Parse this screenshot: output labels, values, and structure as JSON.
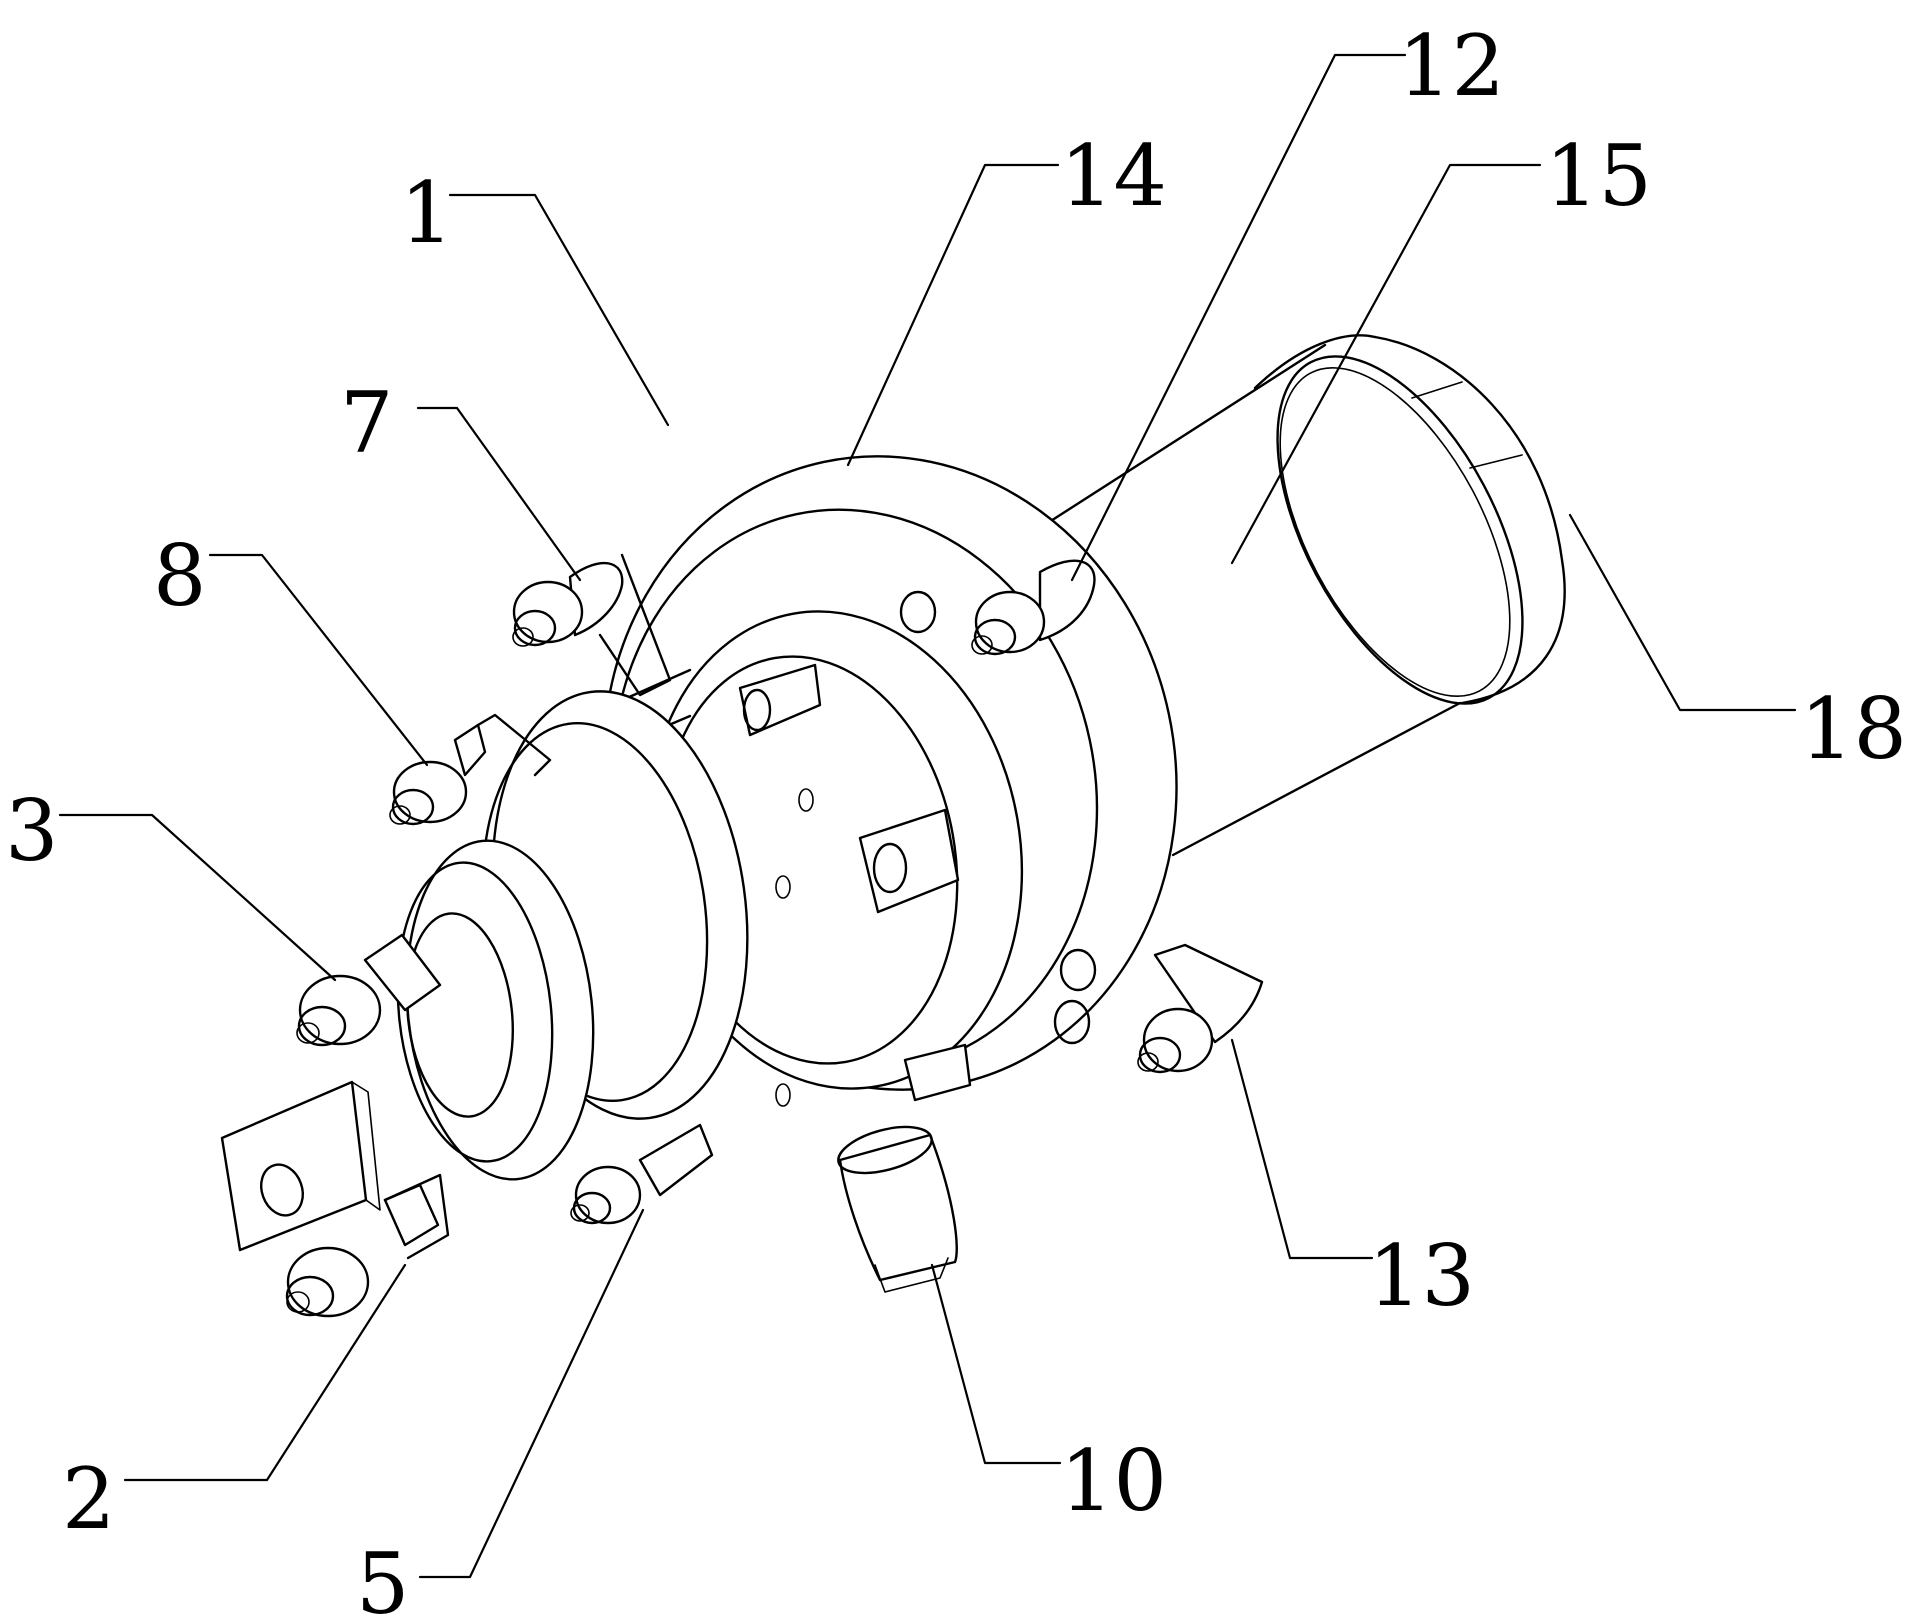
{
  "callouts": [
    {
      "id": "1",
      "text": "1"
    },
    {
      "id": "2",
      "text": "2"
    },
    {
      "id": "3",
      "text": "3"
    },
    {
      "id": "5",
      "text": "5"
    },
    {
      "id": "7",
      "text": "7"
    },
    {
      "id": "8",
      "text": "8"
    },
    {
      "id": "10",
      "text": "10"
    },
    {
      "id": "12",
      "text": "12"
    },
    {
      "id": "13",
      "text": "13"
    },
    {
      "id": "14",
      "text": "14"
    },
    {
      "id": "15",
      "text": "15"
    },
    {
      "id": "18",
      "text": "18"
    }
  ]
}
